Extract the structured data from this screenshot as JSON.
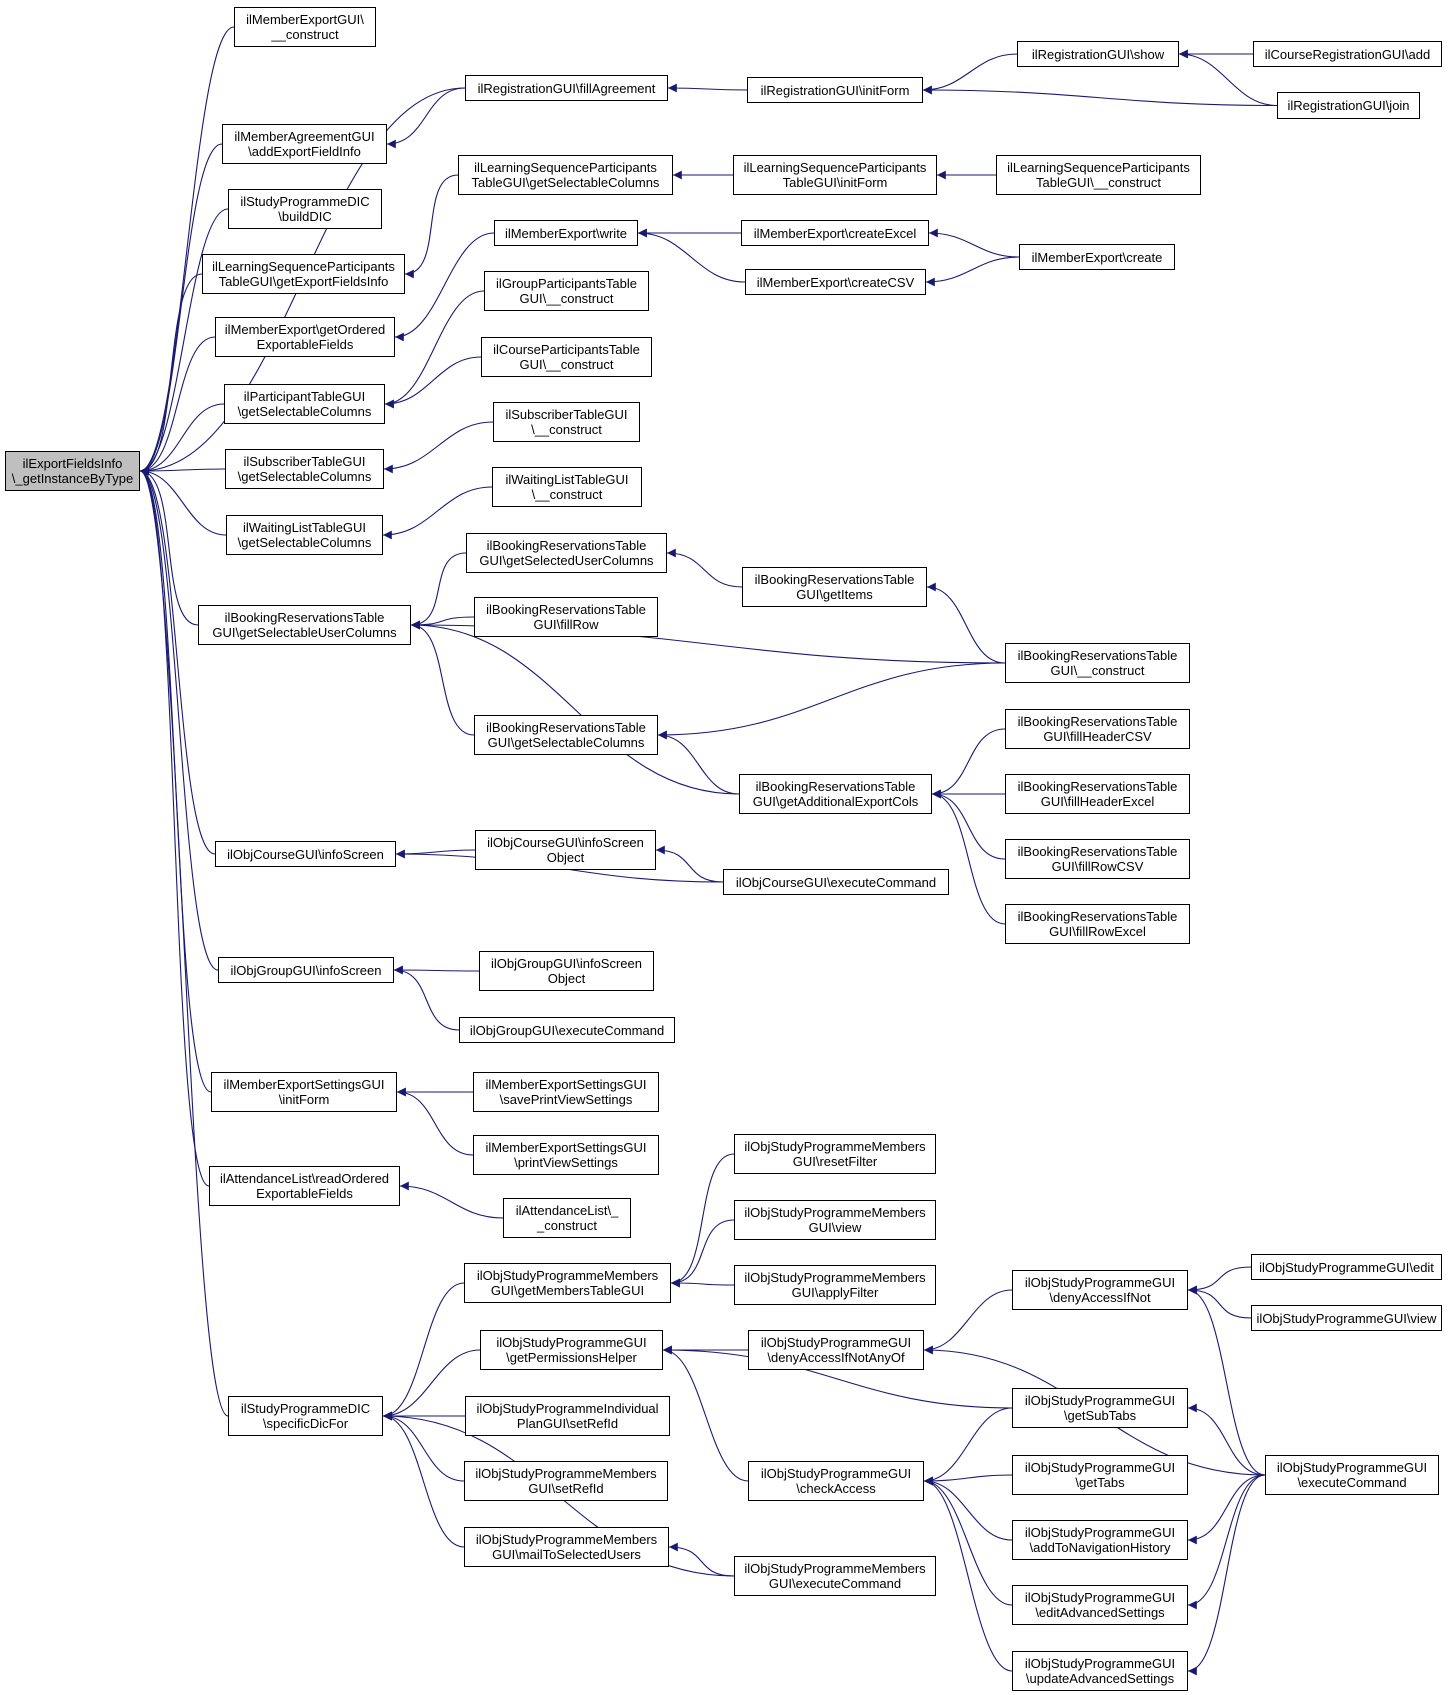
{
  "colors": {
    "edge": "#191970",
    "node_border": "#000000",
    "root_fill": "#bfbfbf",
    "node_fill": "#ffffff"
  },
  "nodes": [
    {
      "id": "root",
      "lines": [
        "ilExportFieldsInfo",
        "\\_getInstanceByType"
      ],
      "root": true
    },
    {
      "id": "n1",
      "lines": [
        "ilMemberExportGUI\\",
        "__construct"
      ]
    },
    {
      "id": "n2",
      "lines": [
        "ilRegistrationGUI\\fillAgreement"
      ]
    },
    {
      "id": "n3",
      "lines": [
        "ilRegistrationGUI\\initForm"
      ]
    },
    {
      "id": "n4",
      "lines": [
        "ilRegistrationGUI\\show"
      ]
    },
    {
      "id": "n5",
      "lines": [
        "ilCourseRegistrationGUI\\add"
      ]
    },
    {
      "id": "n6",
      "lines": [
        "ilRegistrationGUI\\join"
      ]
    },
    {
      "id": "n7",
      "lines": [
        "ilMemberAgreementGUI",
        "\\addExportFieldInfo"
      ]
    },
    {
      "id": "n8",
      "lines": [
        "ilLearningSequenceParticipants",
        "TableGUI\\getSelectableColumns"
      ]
    },
    {
      "id": "n9",
      "lines": [
        "ilLearningSequenceParticipants",
        "TableGUI\\initForm"
      ]
    },
    {
      "id": "n10",
      "lines": [
        "ilLearningSequenceParticipants",
        "TableGUI\\__construct"
      ]
    },
    {
      "id": "n11",
      "lines": [
        "ilStudyProgrammeDIC",
        "\\buildDIC"
      ]
    },
    {
      "id": "n12",
      "lines": [
        "ilLearningSequenceParticipants",
        "TableGUI\\getExportFieldsInfo"
      ]
    },
    {
      "id": "n13",
      "lines": [
        "ilMemberExport\\write"
      ]
    },
    {
      "id": "n14",
      "lines": [
        "ilMemberExport\\createExcel"
      ]
    },
    {
      "id": "n15",
      "lines": [
        "ilMemberExport\\createCSV"
      ]
    },
    {
      "id": "n16",
      "lines": [
        "ilMemberExport\\create"
      ]
    },
    {
      "id": "n17",
      "lines": [
        "ilMemberExport\\getOrdered",
        "ExportableFields"
      ]
    },
    {
      "id": "n18",
      "lines": [
        "ilGroupParticipantsTable",
        "GUI\\__construct"
      ]
    },
    {
      "id": "n19",
      "lines": [
        "ilCourseParticipantsTable",
        "GUI\\__construct"
      ]
    },
    {
      "id": "n20",
      "lines": [
        "ilParticipantTableGUI",
        "\\getSelectableColumns"
      ]
    },
    {
      "id": "n21",
      "lines": [
        "ilSubscriberTableGUI",
        "\\__construct"
      ]
    },
    {
      "id": "n22",
      "lines": [
        "ilSubscriberTableGUI",
        "\\getSelectableColumns"
      ]
    },
    {
      "id": "n23",
      "lines": [
        "ilWaitingListTableGUI",
        "\\__construct"
      ]
    },
    {
      "id": "n24",
      "lines": [
        "ilWaitingListTableGUI",
        "\\getSelectableColumns"
      ]
    },
    {
      "id": "n25",
      "lines": [
        "ilBookingReservationsTable",
        "GUI\\getSelectedUserColumns"
      ]
    },
    {
      "id": "n26",
      "lines": [
        "ilBookingReservationsTable",
        "GUI\\getItems"
      ]
    },
    {
      "id": "n27",
      "lines": [
        "ilBookingReservationsTable",
        "GUI\\getSelectableUserColumns"
      ]
    },
    {
      "id": "n28",
      "lines": [
        "ilBookingReservationsTable",
        "GUI\\fillRow"
      ]
    },
    {
      "id": "n29",
      "lines": [
        "ilBookingReservationsTable",
        "GUI\\__construct"
      ]
    },
    {
      "id": "n30",
      "lines": [
        "ilBookingReservationsTable",
        "GUI\\fillHeaderCSV"
      ]
    },
    {
      "id": "n31",
      "lines": [
        "ilBookingReservationsTable",
        "GUI\\getSelectableColumns"
      ]
    },
    {
      "id": "n32",
      "lines": [
        "ilBookingReservationsTable",
        "GUI\\getAdditionalExportCols"
      ]
    },
    {
      "id": "n33",
      "lines": [
        "ilBookingReservationsTable",
        "GUI\\fillHeaderExcel"
      ]
    },
    {
      "id": "n34",
      "lines": [
        "ilObjCourseGUI\\infoScreen",
        "Object"
      ]
    },
    {
      "id": "n35",
      "lines": [
        "ilObjCourseGUI\\infoScreen"
      ]
    },
    {
      "id": "n36",
      "lines": [
        "ilBookingReservationsTable",
        "GUI\\fillRowCSV"
      ]
    },
    {
      "id": "n37",
      "lines": [
        "ilObjCourseGUI\\executeCommand"
      ]
    },
    {
      "id": "n38",
      "lines": [
        "ilBookingReservationsTable",
        "GUI\\fillRowExcel"
      ]
    },
    {
      "id": "n39",
      "lines": [
        "ilObjGroupGUI\\infoScreen"
      ]
    },
    {
      "id": "n40",
      "lines": [
        "ilObjGroupGUI\\infoScreen",
        "Object"
      ]
    },
    {
      "id": "n41",
      "lines": [
        "ilObjGroupGUI\\executeCommand"
      ]
    },
    {
      "id": "n42",
      "lines": [
        "ilMemberExportSettingsGUI",
        "\\initForm"
      ]
    },
    {
      "id": "n43",
      "lines": [
        "ilMemberExportSettingsGUI",
        "\\savePrintViewSettings"
      ]
    },
    {
      "id": "n44",
      "lines": [
        "ilMemberExportSettingsGUI",
        "\\printViewSettings"
      ]
    },
    {
      "id": "n45",
      "lines": [
        "ilObjStudyProgrammeMembers",
        "GUI\\resetFilter"
      ]
    },
    {
      "id": "n46",
      "lines": [
        "ilAttendanceList\\readOrdered",
        "ExportableFields"
      ]
    },
    {
      "id": "n47",
      "lines": [
        "ilAttendanceList\\_",
        "_construct"
      ]
    },
    {
      "id": "n48",
      "lines": [
        "ilObjStudyProgrammeMembers",
        "GUI\\view"
      ]
    },
    {
      "id": "n49",
      "lines": [
        "ilObjStudyProgrammeMembers",
        "GUI\\getMembersTableGUI"
      ]
    },
    {
      "id": "n50",
      "lines": [
        "ilObjStudyProgrammeMembers",
        "GUI\\applyFilter"
      ]
    },
    {
      "id": "n51",
      "lines": [
        "ilObjStudyProgrammeGUI",
        "\\denyAccessIfNot"
      ]
    },
    {
      "id": "n52",
      "lines": [
        "ilObjStudyProgrammeGUI\\edit"
      ]
    },
    {
      "id": "n53",
      "lines": [
        "ilObjStudyProgrammeGUI\\view"
      ]
    },
    {
      "id": "n54",
      "lines": [
        "ilObjStudyProgrammeGUI",
        "\\getPermissionsHelper"
      ]
    },
    {
      "id": "n55",
      "lines": [
        "ilObjStudyProgrammeGUI",
        "\\denyAccessIfNotAnyOf"
      ]
    },
    {
      "id": "n56",
      "lines": [
        "ilObjStudyProgrammeGUI",
        "\\getSubTabs"
      ]
    },
    {
      "id": "n57",
      "lines": [
        "ilStudyProgrammeDIC",
        "\\specificDicFor"
      ]
    },
    {
      "id": "n58",
      "lines": [
        "ilObjStudyProgrammeIndividual",
        "PlanGUI\\setRefId"
      ]
    },
    {
      "id": "n59",
      "lines": [
        "ilObjStudyProgrammeMembers",
        "GUI\\setRefId"
      ]
    },
    {
      "id": "n60",
      "lines": [
        "ilObjStudyProgrammeGUI",
        "\\checkAccess"
      ]
    },
    {
      "id": "n61",
      "lines": [
        "ilObjStudyProgrammeGUI",
        "\\getTabs"
      ]
    },
    {
      "id": "n62",
      "lines": [
        "ilObjStudyProgrammeGUI",
        "\\executeCommand"
      ]
    },
    {
      "id": "n63",
      "lines": [
        "ilObjStudyProgrammeGUI",
        "\\addToNavigationHistory"
      ]
    },
    {
      "id": "n64",
      "lines": [
        "ilObjStudyProgrammeMembers",
        "GUI\\mailToSelectedUsers"
      ]
    },
    {
      "id": "n65",
      "lines": [
        "ilObjStudyProgrammeMembers",
        "GUI\\executeCommand"
      ]
    },
    {
      "id": "n66",
      "lines": [
        "ilObjStudyProgrammeGUI",
        "\\editAdvancedSettings"
      ]
    },
    {
      "id": "n67",
      "lines": [
        "ilObjStudyProgrammeGUI",
        "\\updateAdvancedSettings"
      ]
    }
  ],
  "edges": [
    [
      "n1",
      "root"
    ],
    [
      "n2",
      "root"
    ],
    [
      "n7",
      "root"
    ],
    [
      "n11",
      "root"
    ],
    [
      "n12",
      "root"
    ],
    [
      "n17",
      "root"
    ],
    [
      "n20",
      "root"
    ],
    [
      "n22",
      "root"
    ],
    [
      "n24",
      "root"
    ],
    [
      "n27",
      "root"
    ],
    [
      "n35",
      "root"
    ],
    [
      "n39",
      "root"
    ],
    [
      "n42",
      "root"
    ],
    [
      "n46",
      "root"
    ],
    [
      "n57",
      "root"
    ],
    [
      "n3",
      "n2"
    ],
    [
      "n4",
      "n3"
    ],
    [
      "n6",
      "n3"
    ],
    [
      "n5",
      "n4"
    ],
    [
      "n6",
      "n4"
    ],
    [
      "n2",
      "n7"
    ],
    [
      "n8",
      "n12"
    ],
    [
      "n9",
      "n8"
    ],
    [
      "n10",
      "n9"
    ],
    [
      "n13",
      "n17"
    ],
    [
      "n14",
      "n13"
    ],
    [
      "n15",
      "n13"
    ],
    [
      "n16",
      "n14"
    ],
    [
      "n16",
      "n15"
    ],
    [
      "n18",
      "n20"
    ],
    [
      "n19",
      "n20"
    ],
    [
      "n21",
      "n22"
    ],
    [
      "n23",
      "n24"
    ],
    [
      "n25",
      "n27"
    ],
    [
      "n28",
      "n27"
    ],
    [
      "n29",
      "n27"
    ],
    [
      "n31",
      "n27"
    ],
    [
      "n32",
      "n27"
    ],
    [
      "n26",
      "n25"
    ],
    [
      "n29",
      "n26"
    ],
    [
      "n29",
      "n31"
    ],
    [
      "n32",
      "n31"
    ],
    [
      "n30",
      "n32"
    ],
    [
      "n33",
      "n32"
    ],
    [
      "n36",
      "n32"
    ],
    [
      "n38",
      "n32"
    ],
    [
      "n34",
      "n35"
    ],
    [
      "n37",
      "n35"
    ],
    [
      "n37",
      "n34"
    ],
    [
      "n40",
      "n39"
    ],
    [
      "n41",
      "n39"
    ],
    [
      "n43",
      "n42"
    ],
    [
      "n44",
      "n42"
    ],
    [
      "n47",
      "n46"
    ],
    [
      "n49",
      "n57"
    ],
    [
      "n54",
      "n57"
    ],
    [
      "n58",
      "n57"
    ],
    [
      "n59",
      "n57"
    ],
    [
      "n64",
      "n57"
    ],
    [
      "n65",
      "n57"
    ],
    [
      "n45",
      "n49"
    ],
    [
      "n48",
      "n49"
    ],
    [
      "n50",
      "n49"
    ],
    [
      "n55",
      "n54"
    ],
    [
      "n56",
      "n54"
    ],
    [
      "n60",
      "n54"
    ],
    [
      "n51",
      "n55"
    ],
    [
      "n62",
      "n55"
    ],
    [
      "n52",
      "n51"
    ],
    [
      "n53",
      "n51"
    ],
    [
      "n62",
      "n51"
    ],
    [
      "n62",
      "n56"
    ],
    [
      "n56",
      "n60"
    ],
    [
      "n61",
      "n60"
    ],
    [
      "n63",
      "n60"
    ],
    [
      "n66",
      "n60"
    ],
    [
      "n67",
      "n60"
    ],
    [
      "n62",
      "n63"
    ],
    [
      "n62",
      "n66"
    ],
    [
      "n62",
      "n67"
    ],
    [
      "n65",
      "n64"
    ]
  ]
}
